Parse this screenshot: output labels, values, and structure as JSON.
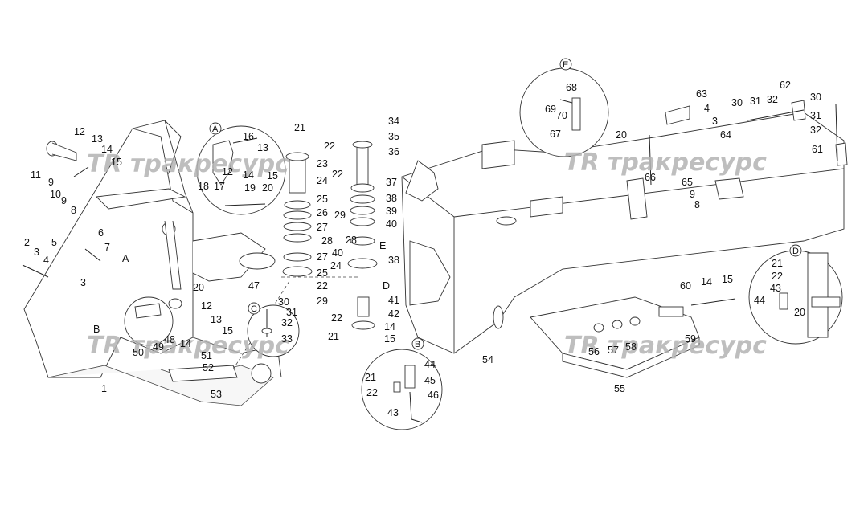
{
  "watermark": {
    "logo": "TR",
    "text": "тракресурс"
  },
  "detail_labels": [
    "A",
    "B",
    "C",
    "D",
    "E"
  ],
  "callouts": {
    "left_frame": [
      "11",
      "12",
      "13",
      "14",
      "15",
      "9",
      "10",
      "9",
      "8",
      "2",
      "3",
      "4",
      "5",
      "6",
      "7",
      "3",
      "A",
      "B",
      "1",
      "20",
      "12",
      "13",
      "15",
      "48",
      "14",
      "49",
      "50",
      "51",
      "52",
      "53"
    ],
    "detail_a": [
      "16",
      "13",
      "12",
      "14",
      "15",
      "18",
      "17",
      "19",
      "20"
    ],
    "detail_c": [
      "30",
      "31",
      "32",
      "33"
    ],
    "center_stack_left": [
      "21",
      "22",
      "23",
      "24",
      "25",
      "26",
      "27",
      "28",
      "27",
      "25",
      "22",
      "29",
      "47"
    ],
    "center_stack_right": [
      "34",
      "35",
      "36",
      "22",
      "37",
      "38",
      "29",
      "39",
      "40",
      "28",
      "40",
      "38",
      "24",
      "E",
      "D",
      "41",
      "42",
      "22",
      "14",
      "21",
      "15"
    ],
    "detail_b": [
      "44",
      "45",
      "46",
      "21",
      "22",
      "43"
    ],
    "detail_e": [
      "68",
      "69",
      "70",
      "67"
    ],
    "right_frame": [
      "20",
      "63",
      "4",
      "3",
      "64",
      "62",
      "30",
      "31",
      "32",
      "30",
      "31",
      "32",
      "61",
      "66",
      "65",
      "9",
      "8",
      "54",
      "60",
      "14",
      "15",
      "59",
      "56",
      "57",
      "58",
      "55"
    ],
    "detail_d": [
      "21",
      "22",
      "43",
      "44",
      "20"
    ]
  }
}
